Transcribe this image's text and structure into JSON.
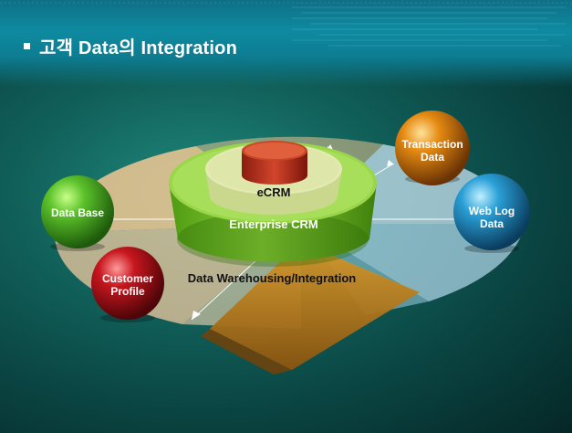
{
  "title": "고객 Data의 Integration",
  "layers": {
    "core": "eCRM",
    "middle": "Enterprise CRM",
    "outer": "Data Warehousing/Integration"
  },
  "sources": [
    {
      "id": "data-base",
      "line1": "Data Base",
      "line2": "",
      "color": "#3a9a1e"
    },
    {
      "id": "customer-profile",
      "line1": "Customer",
      "line2": "Profile",
      "color": "#b0141c"
    },
    {
      "id": "transaction-data",
      "line1": "Transaction",
      "line2": "Data",
      "color": "#e0800f"
    },
    {
      "id": "web-log-data",
      "line1": "Web Log",
      "line2": "Data",
      "color": "#1a8ec9"
    }
  ]
}
